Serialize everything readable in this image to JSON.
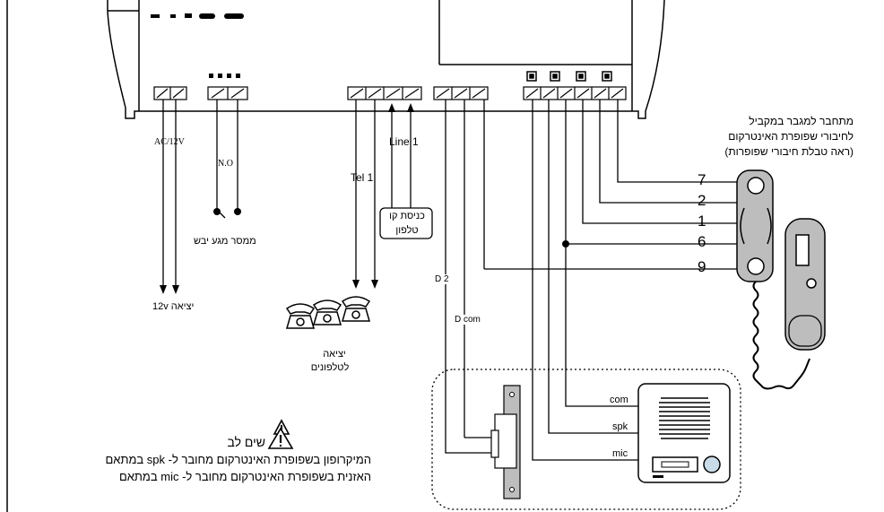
{
  "labels": {
    "ac12v": "AC/12V",
    "no": "N.O",
    "relay": "ממסר מגע יבש",
    "out12v": "יציאה 12v",
    "line1": "Line 1",
    "tel1": "Tel 1",
    "phone_in_l1": "כניסת קו",
    "phone_in_l2": "טלפון",
    "out_phones_l1": "יציאה",
    "out_phones_l2": "לטלפונים",
    "d2": "D 2",
    "dcom": "D com",
    "parallel_l1": "מתחבר למגבר במקביל",
    "parallel_l2": "לחיבורי שפופרת האינטרקום",
    "parallel_l3": "(ראה טבלת חיבורי שפופרות)",
    "com": "com",
    "spk": "spk",
    "mic": "mic",
    "attention": "שים לב",
    "note1": "המיקרופון בשפופרת האינטרקום מחובר ל- spk במתאם",
    "note2": "האזנית בשפופרת האינטרקום  מחובר ל- mic במתאם"
  },
  "handset_pins": [
    "7",
    "2",
    "1",
    "6",
    "9"
  ],
  "icons": [
    "warning-icon",
    "telephone-icon",
    "door-strike-icon",
    "intercom-panel-icon",
    "handset-icon"
  ]
}
